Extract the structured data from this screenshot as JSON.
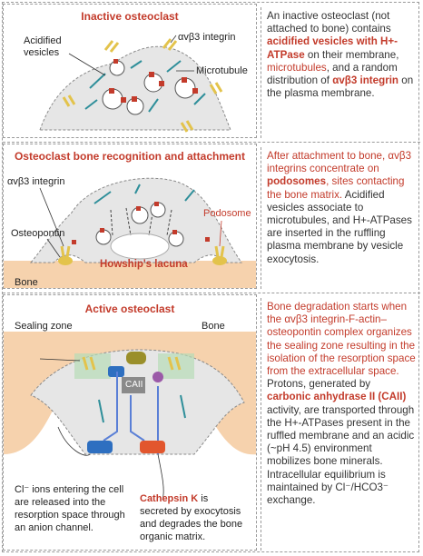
{
  "panel1": {
    "title": "Inactive osteoclast",
    "labels": {
      "acidified": "Acidified",
      "vesicles": "vesicles",
      "integrin": "αvβ3 integrin",
      "microtubule": "Microtubule"
    },
    "text": {
      "t1": "An inactive osteoclast (not attached to bone) contains ",
      "t2": "acidified vesicles with H+-ATPase",
      "t3": " on their membrane, ",
      "t4": "microtubules",
      "t5": ", and a random distribution of ",
      "t6": "αvβ3 integrin",
      "t7": " on the plasma membrane."
    }
  },
  "panel2": {
    "title": "Osteoclast bone recognition and attachment",
    "labels": {
      "integrin": "αvβ3 integrin",
      "osteopontin": "Osteopontin",
      "podosome": "Podosome",
      "lacuna": "Howship's lacuna",
      "bone": "Bone"
    },
    "text": {
      "t1": "After attachment to bone, αvβ3 integrins concentrate on ",
      "t2": "podosomes",
      "t3": ", sites contacting the bone matrix.",
      "t4": " Acidified vesicles associate to microtubules, and H+-ATPases are inserted in the ruffling plasma membrane by vesicle exocytosis."
    }
  },
  "panel3": {
    "title": "Active osteoclast",
    "labels": {
      "sealing": "Sealing zone",
      "bone": "Bone",
      "caii": "CAII",
      "cl1": "Cl⁻ ions entering the cell",
      "cl2": "are released into the",
      "cl3": "resorption space through",
      "cl4": "an anion channel.",
      "cat1": "Cathepsin K",
      "cat1b": " is",
      "cat2": "secreted by exocytosis",
      "cat3": "and degrades the bone",
      "cat4": "organic matrix."
    },
    "text": {
      "t1": "Bone degradation starts when the αvβ3 integrin-F-actin–osteopontin complex organizes the sealing zone resulting in the isolation of the resorption space from the extracellular space.",
      "t2": " Protons, generated by ",
      "t3": "carbonic anhydrase II (CAII)",
      "t4": " activity, are transported through the H+-ATPases present in the ruffled membrane and an acidic (~pH 4.5) environment mobilizes bone minerals. Intracellular equilibrium is maintained by Cl⁻/HCO3⁻ exchange."
    }
  },
  "colors": {
    "title_red": "#c33b2b",
    "cell_fill": "#e6e6e6",
    "bone_fill": "#f6d2ad",
    "microtubule": "#2f8f9a",
    "integrin": "#e3c34b",
    "channel_blue": "#2e6fc0",
    "caii_olive": "#9a8f2a",
    "orange_red": "#e2562d"
  }
}
